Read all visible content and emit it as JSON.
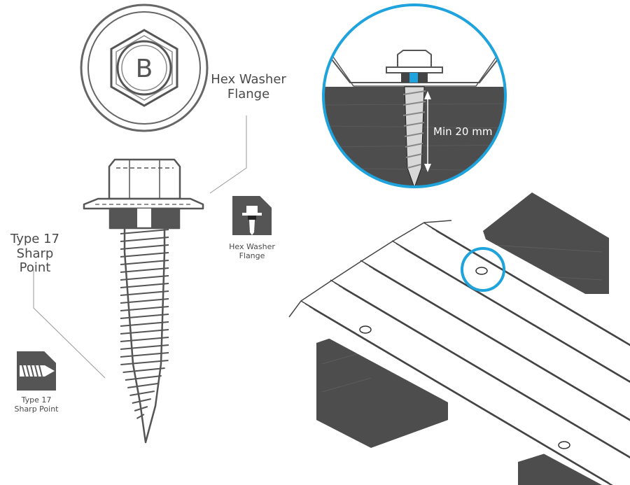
{
  "head_badge_letter": "B",
  "labels": {
    "hex_washer_large_line1": "Hex Washer",
    "hex_washer_large_line2": "Flange",
    "type17_large_line1": "Type 17",
    "type17_large_line2": "Sharp Point",
    "hex_washer_icon_line1": "Hex Washer",
    "hex_washer_icon_line2": "Flange",
    "type17_icon_line1": "Type 17",
    "type17_icon_line2": "Sharp Point",
    "min_depth": "Min 20 mm"
  },
  "colors": {
    "accent_blue": "#1fa3dc",
    "screw_outline": "#555555",
    "timber": "#4d4d4d",
    "sheet_outline": "#444444",
    "text": "#4a4a4a"
  }
}
